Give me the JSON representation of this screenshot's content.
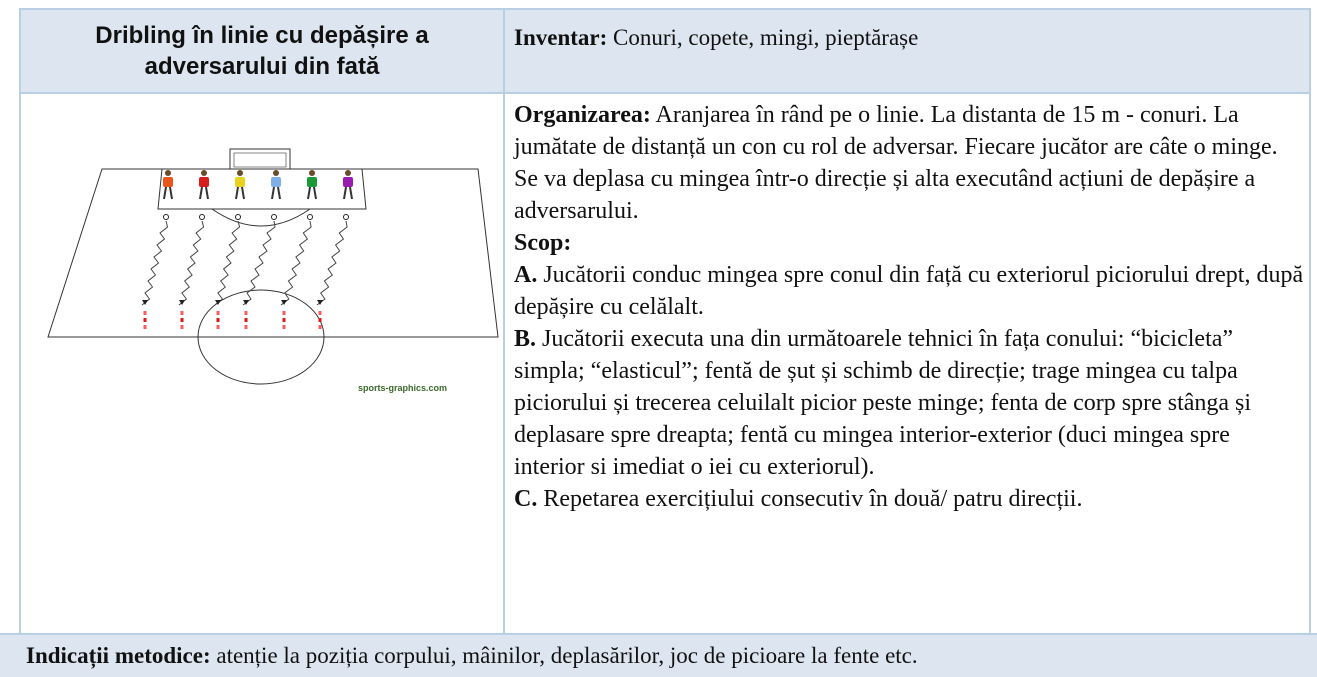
{
  "title": "Dribling în linie cu depășire a adversarului din fată",
  "inventar": {
    "label": "Inventar:",
    "text": " Conuri, copete, mingi, pieptărașe"
  },
  "image": {
    "credit": "sports-graphics.com",
    "player_colors": [
      "#e8561c",
      "#d91c1c",
      "#e8d21c",
      "#7fb1e8",
      "#1c9a3a",
      "#9a1cb0"
    ]
  },
  "organizarea": {
    "label": "Organizarea:",
    "text": " Aranjarea în rând pe o linie. La distanta de  15 m - conuri. La jumătate de distanță un con cu rol de adversar. Fiecare jucător are câte o minge. Se va deplasa cu mingea într-o direcție și alta executând acțiuni de depășire a adversarului."
  },
  "scop": {
    "label": "Scop:",
    "a_label": "A.",
    "a_text": " Jucătorii conduc mingea spre conul din față cu exteriorul piciorului drept, după depășire cu celălalt.",
    "b_label": "B.",
    "b_text": " Jucătorii executa una din următoarele tehnici în fața conului:  “bicicleta” simpla;  “elasticul”; fentă de șut și schimb de direcție; trage mingea cu talpa piciorului și trecerea celuilalt picior peste minge; fenta de corp spre stânga și deplasare spre dreapta; fentă cu mingea interior-exterior (duci mingea spre interior si imediat o iei cu exteriorul).",
    "c_label": "C.",
    "c_text": " Repetarea exercițiului consecutiv în două/ patru direcții."
  },
  "indicatii": {
    "label": "Indicații metodice:",
    "text": " atenție la poziția corpului, mâinilor, deplasărilor, joc de picioare la fente etc."
  }
}
